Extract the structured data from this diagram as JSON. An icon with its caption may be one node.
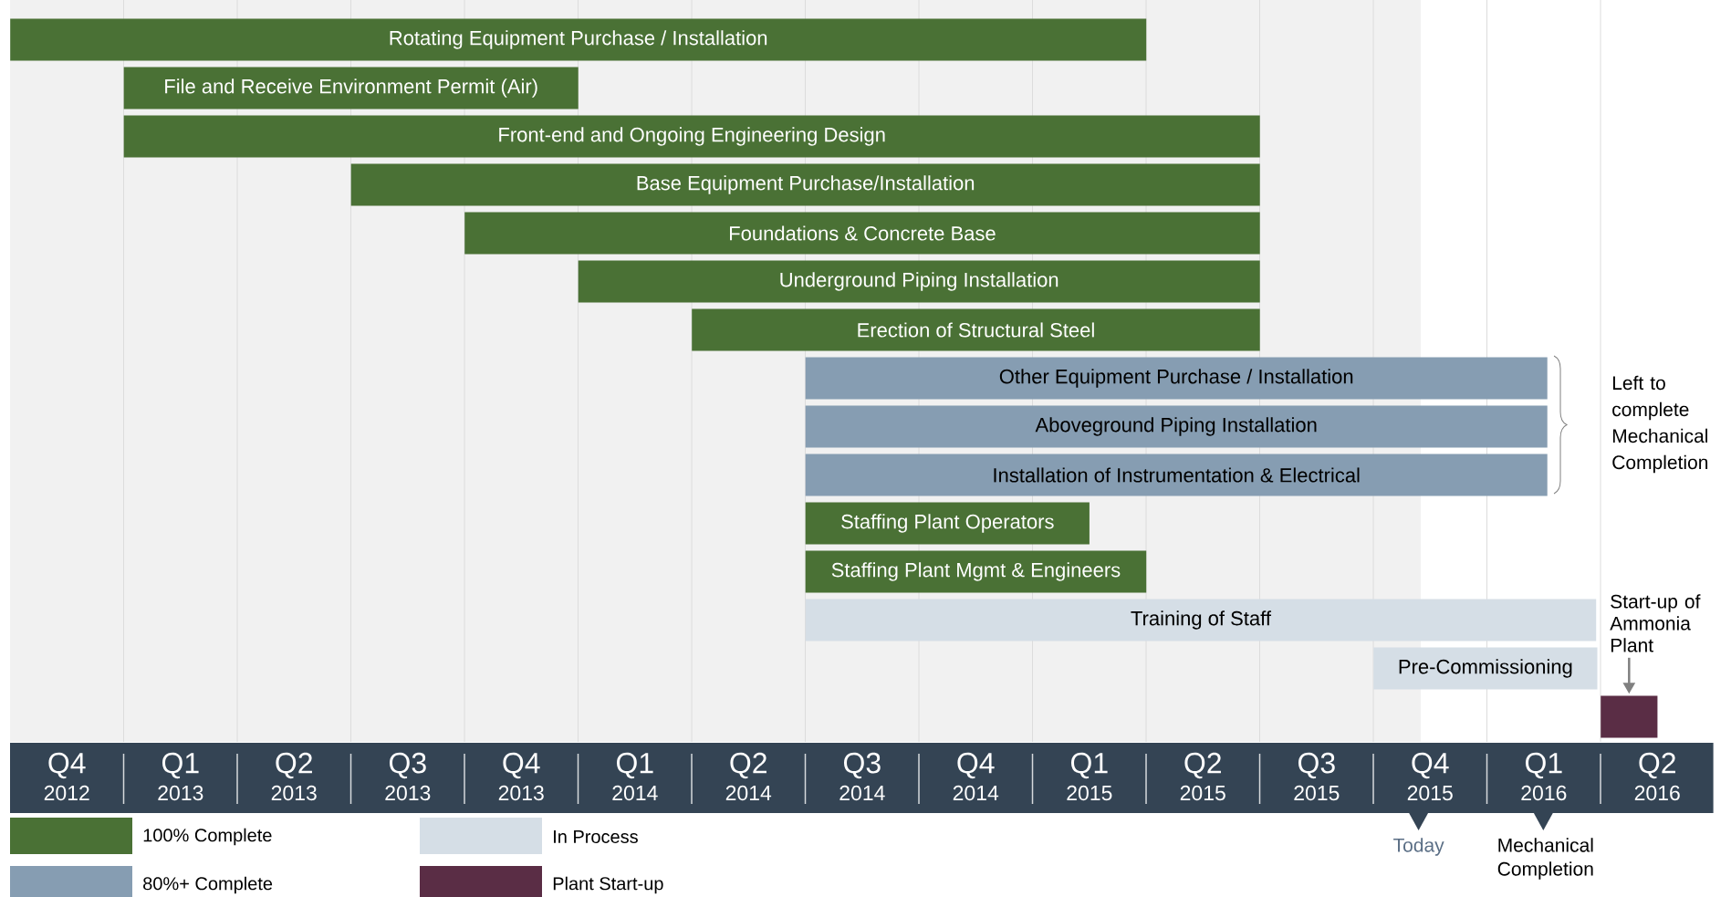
{
  "diagram": {
    "nodes": [
      {
        "text": [
          "Rotating Equipment Purchase / Installation"
        ]
      },
      {
        "text": [
          "File and Receive Environment Permit (Air)"
        ]
      },
      {
        "text": [
          "Front-end and Ongoing Engineering Design"
        ]
      },
      {
        "text": [
          "Base Equipment Purchase/Installation"
        ]
      },
      {
        "text": [
          "Foundations & Concrete Base"
        ]
      },
      {
        "text": [
          "Underground Piping Installation"
        ]
      },
      {
        "text": [
          "Erection of Structural Steel"
        ]
      },
      {
        "text": [
          "Other Equipment Purchase / Installation"
        ]
      },
      {
        "text": [
          "Aboveground Piping Installation"
        ]
      },
      {
        "text": [
          "Installation of Instrumentation & Electrical"
        ]
      },
      {
        "text": [
          "Staffing Plant Operators"
        ]
      },
      {
        "text": [
          "Staffing Plant Mgmt & Engineers"
        ]
      },
      {
        "text": [
          "Training of Staff"
        ]
      },
      {
        "text": [
          "Pre-Commissioning"
        ]
      },
      {
        "text": [
          "Start-up of Ammonia Plant"
        ]
      },
      {
        "text": [],
        "shape": "box"
      }
    ],
    "edges": [
      {
        "from": 14,
        "to": 15,
        "arrow": "to"
      }
    ],
    "labels": [
      "Left to complete Mechanical Completion",
      "Q4",
      "2012",
      "Q1",
      "2013",
      "Q2",
      "2013",
      "Q3",
      "2013",
      "Q4",
      "2013",
      "Q1",
      "2014",
      "Q2",
      "2014",
      "Q3",
      "2014",
      "Q4",
      "2014",
      "Q1",
      "2015",
      "Q2",
      "2015",
      "Q3",
      "2015",
      "Q4",
      "2015",
      "Q1",
      "2016",
      "Q2",
      "2016",
      "Today",
      "Mechanical Completion"
    ],
    "legend": [
      {
        "text": "100% Complete",
        "color": "#4a7135"
      },
      {
        "text": "In Process",
        "color": "#d5dee6"
      },
      {
        "text": "80%+ Complete",
        "color": "#869db2"
      },
      {
        "text": "Plant Start-up",
        "color": "#5a2d45"
      }
    ]
  }
}
